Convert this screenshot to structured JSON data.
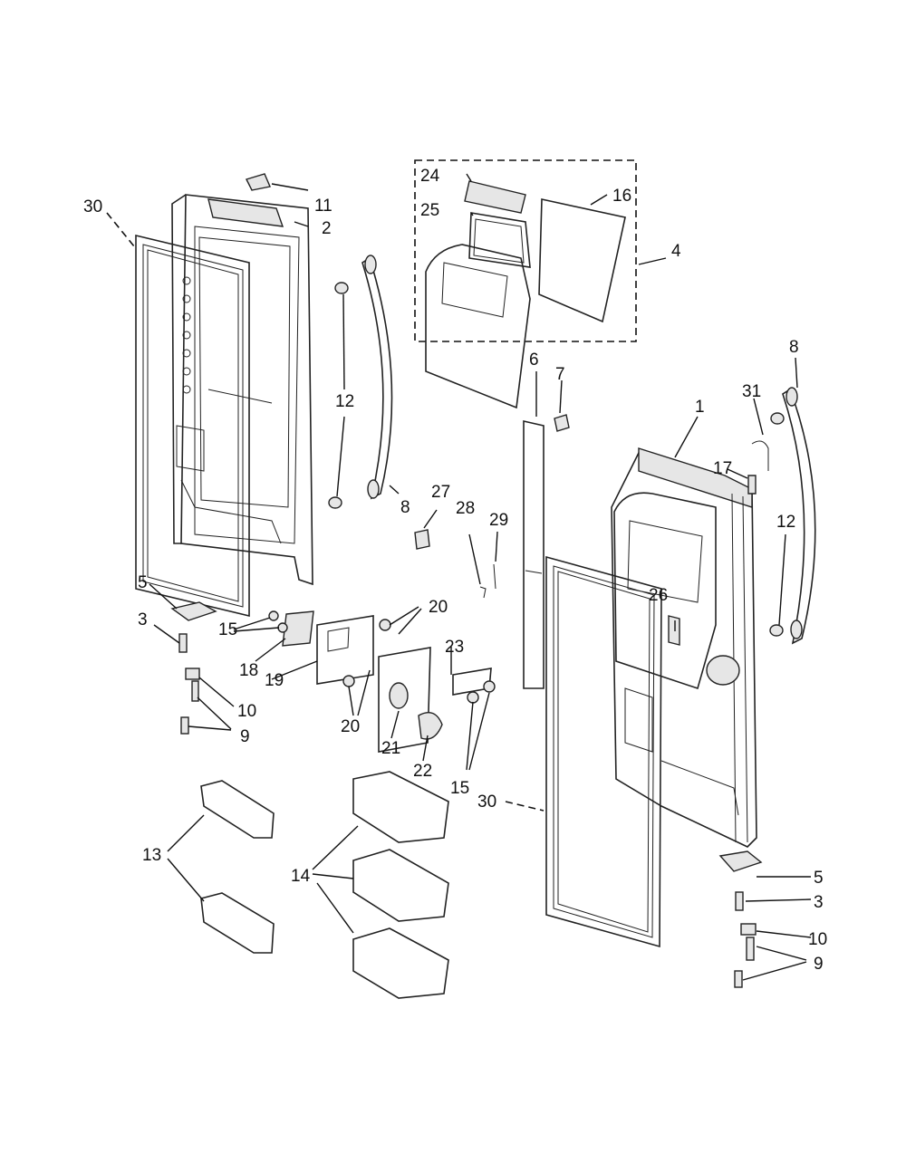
{
  "callouts": [
    {
      "id": "lbl-30-left",
      "text": "30"
    },
    {
      "id": "lbl-11",
      "text": "11"
    },
    {
      "id": "lbl-2",
      "text": "2"
    },
    {
      "id": "lbl-24",
      "text": "24"
    },
    {
      "id": "lbl-25",
      "text": "25"
    },
    {
      "id": "lbl-16",
      "text": "16"
    },
    {
      "id": "lbl-4",
      "text": "4"
    },
    {
      "id": "lbl-12-left",
      "text": "12"
    },
    {
      "id": "lbl-8-left",
      "text": "8"
    },
    {
      "id": "lbl-6",
      "text": "6"
    },
    {
      "id": "lbl-7",
      "text": "7"
    },
    {
      "id": "lbl-1",
      "text": "1"
    },
    {
      "id": "lbl-8-right",
      "text": "8"
    },
    {
      "id": "lbl-31",
      "text": "31"
    },
    {
      "id": "lbl-17",
      "text": "17"
    },
    {
      "id": "lbl-12-right",
      "text": "12"
    },
    {
      "id": "lbl-27",
      "text": "27"
    },
    {
      "id": "lbl-28",
      "text": "28"
    },
    {
      "id": "lbl-29",
      "text": "29"
    },
    {
      "id": "lbl-5-left",
      "text": "5"
    },
    {
      "id": "lbl-3-left",
      "text": "3"
    },
    {
      "id": "lbl-15-left",
      "text": "15"
    },
    {
      "id": "lbl-20-top",
      "text": "20"
    },
    {
      "id": "lbl-18",
      "text": "18"
    },
    {
      "id": "lbl-19",
      "text": "19"
    },
    {
      "id": "lbl-23",
      "text": "23"
    },
    {
      "id": "lbl-26",
      "text": "26"
    },
    {
      "id": "lbl-10-left",
      "text": "10"
    },
    {
      "id": "lbl-9-left",
      "text": "9"
    },
    {
      "id": "lbl-20-bottom",
      "text": "20"
    },
    {
      "id": "lbl-21",
      "text": "21"
    },
    {
      "id": "lbl-22",
      "text": "22"
    },
    {
      "id": "lbl-15-right",
      "text": "15"
    },
    {
      "id": "lbl-30-right",
      "text": "30"
    },
    {
      "id": "lbl-13",
      "text": "13"
    },
    {
      "id": "lbl-14",
      "text": "14"
    },
    {
      "id": "lbl-5-right",
      "text": "5"
    },
    {
      "id": "lbl-3-right",
      "text": "3"
    },
    {
      "id": "lbl-10-right",
      "text": "10"
    },
    {
      "id": "lbl-9-right",
      "text": "9"
    }
  ]
}
